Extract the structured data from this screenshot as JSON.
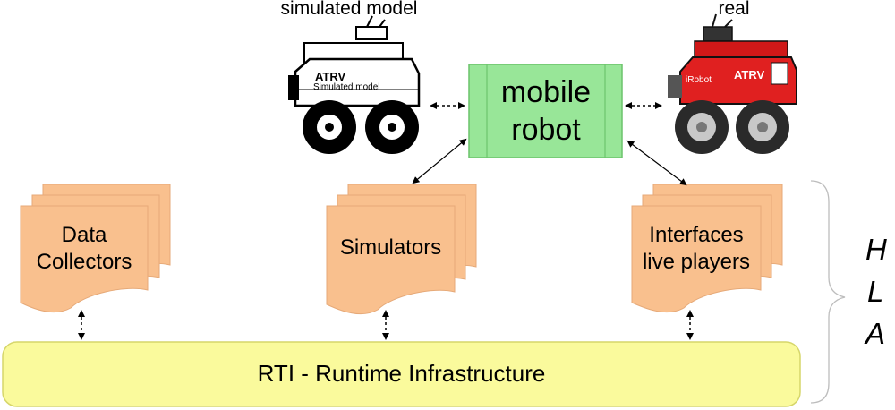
{
  "captions": {
    "simulated": "simulated model",
    "real": "real"
  },
  "robots": {
    "simulated": {
      "brand": "ATRV",
      "subtitle": "Simulated model"
    },
    "real": {
      "brand": "ATRV",
      "maker": "iRobot"
    }
  },
  "mobile_robot": {
    "line1": "mobile",
    "line2": "robot"
  },
  "documents": [
    {
      "line1": "Data",
      "line2": "Collectors"
    },
    {
      "line1": "Simulators",
      "line2": ""
    },
    {
      "line1": "Interfaces",
      "line2": "live players"
    }
  ],
  "rti": {
    "label": "RTI - Runtime Infrastructure"
  },
  "hla": {
    "letters": [
      "H",
      "L",
      "A"
    ]
  },
  "colors": {
    "document_fill": "#f9c08e",
    "document_stroke": "#e6a978",
    "mobile_fill": "#98e698",
    "mobile_stroke": "#6cc46c",
    "rti_fill": "#fafa9c",
    "rti_stroke": "#d6d66a",
    "real_robot_red": "#e02020"
  }
}
